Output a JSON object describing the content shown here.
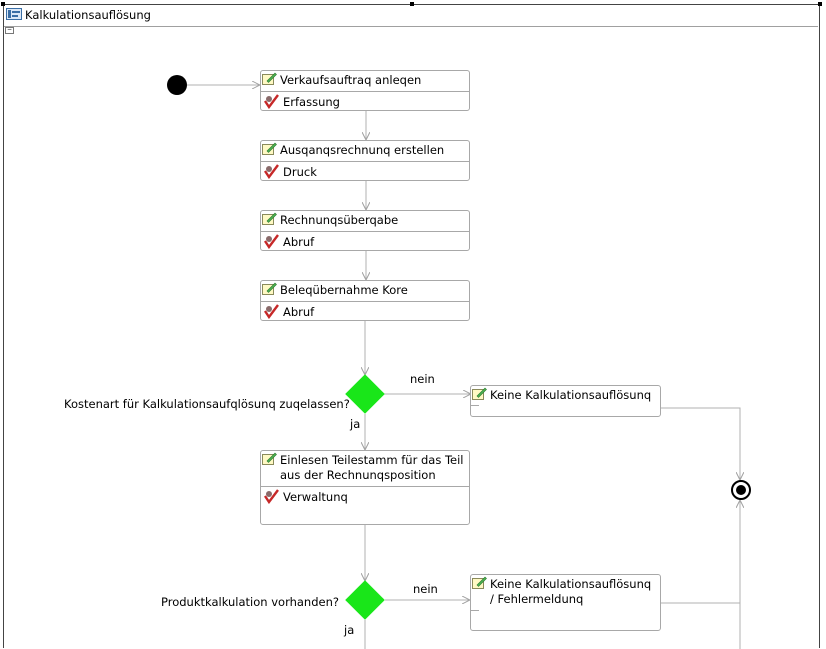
{
  "diagram": {
    "title": "Kalkulationsauflösung",
    "collapse_glyph": "−",
    "nodes": {
      "n1": {
        "title": "Verkaufsauftraq anleqen",
        "sub": "Erfassung"
      },
      "n2": {
        "title": "Ausqanqsrechnunq erstellen",
        "sub": "Druck"
      },
      "n3": {
        "title": "Rechnunqsüberqabe",
        "sub": "Abruf"
      },
      "n4": {
        "title": "Beleqübernahme Kore",
        "sub": "Abruf"
      },
      "n5": {
        "title": "Keine Kalkulationsauflösunq"
      },
      "n6": {
        "title": "Einlesen Teilestamm für das Teil aus der Rechnunqsposition",
        "sub": "Verwaltunq"
      },
      "n7": {
        "title": "Keine Kalkulationsauflösunq / Fehlermeldunq"
      }
    },
    "decisions": {
      "d1": {
        "question": "Kostenart für Kalkulationsaufqlösunq zuqelassen?",
        "no_label": "nein",
        "yes_label": "ja"
      },
      "d2": {
        "question": "Produktkalkulation vorhanden?",
        "no_label": "nein",
        "yes_label": "ja"
      }
    },
    "icons": {
      "title_icon": "activity-diagram-icon",
      "activity_icon": "pencil-note-icon",
      "role_icon": "red-check-role-icon"
    },
    "colors": {
      "decision": "#19e619",
      "edge": "#b0b0b0",
      "border": "#a8a8a8"
    }
  }
}
